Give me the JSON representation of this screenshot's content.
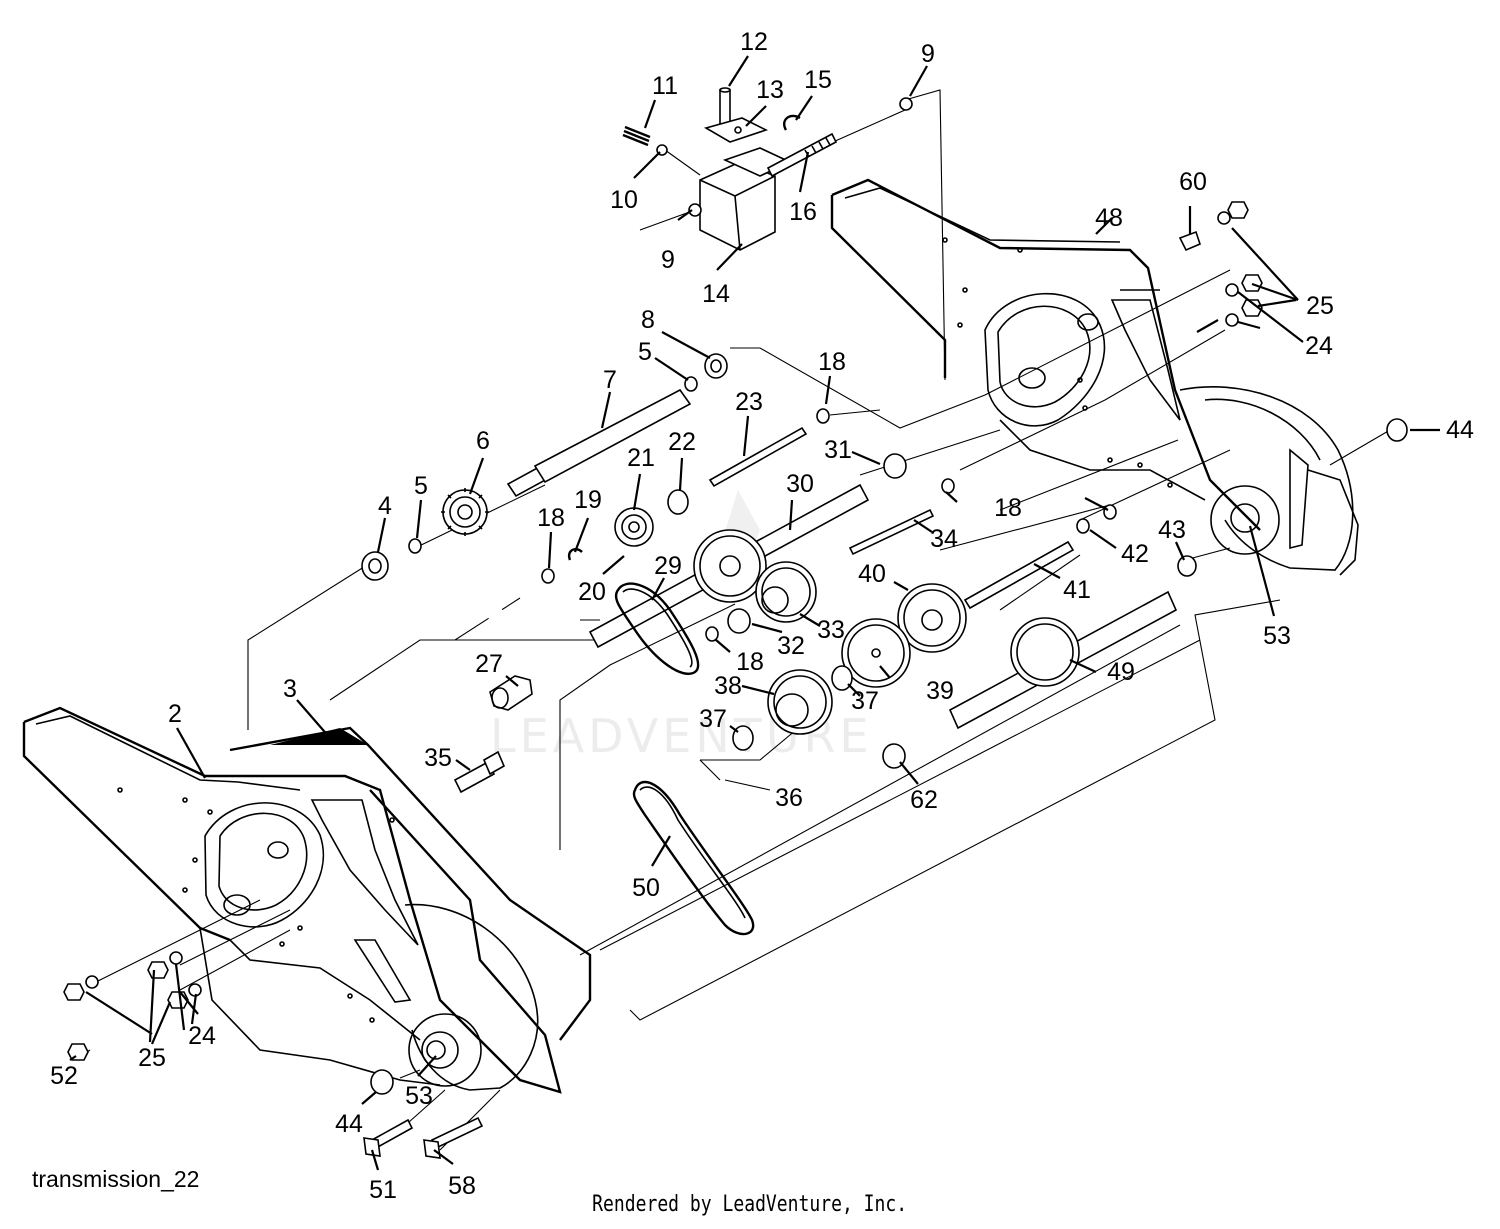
{
  "diagram": {
    "caption": "transmission_22",
    "credit": "Rendered by LeadVenture, Inc.",
    "watermark": "LEADVENTURE",
    "callouts": [
      "2",
      "3",
      "4",
      "5",
      "5",
      "6",
      "7",
      "8",
      "9",
      "9",
      "10",
      "11",
      "12",
      "13",
      "14",
      "15",
      "16",
      "18",
      "18",
      "18",
      "18",
      "19",
      "20",
      "21",
      "22",
      "23",
      "24",
      "24",
      "25",
      "25",
      "27",
      "29",
      "30",
      "31",
      "32",
      "33",
      "34",
      "35",
      "36",
      "37",
      "37",
      "38",
      "39",
      "40",
      "41",
      "42",
      "43",
      "44",
      "44",
      "48",
      "49",
      "50",
      "51",
      "52",
      "53",
      "53",
      "58",
      "60",
      "62"
    ]
  }
}
